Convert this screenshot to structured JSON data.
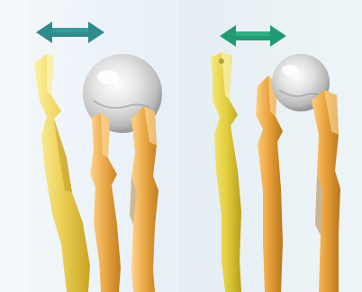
{
  "colors": {
    "background_left": "#eef4f9",
    "background_right": "#e9f1f5",
    "arrow_left": "#2f8b8c",
    "arrow_right": "#229972",
    "finger_gold": "#e9cf4b",
    "finger_amber": "#e9a23f",
    "ball": "#e8e8e8"
  },
  "panels": [
    {
      "name": "left",
      "state": "ball-held-loose-wide-fingers"
    },
    {
      "name": "right",
      "state": "ball-held-tight-narrow-fingers"
    }
  ]
}
